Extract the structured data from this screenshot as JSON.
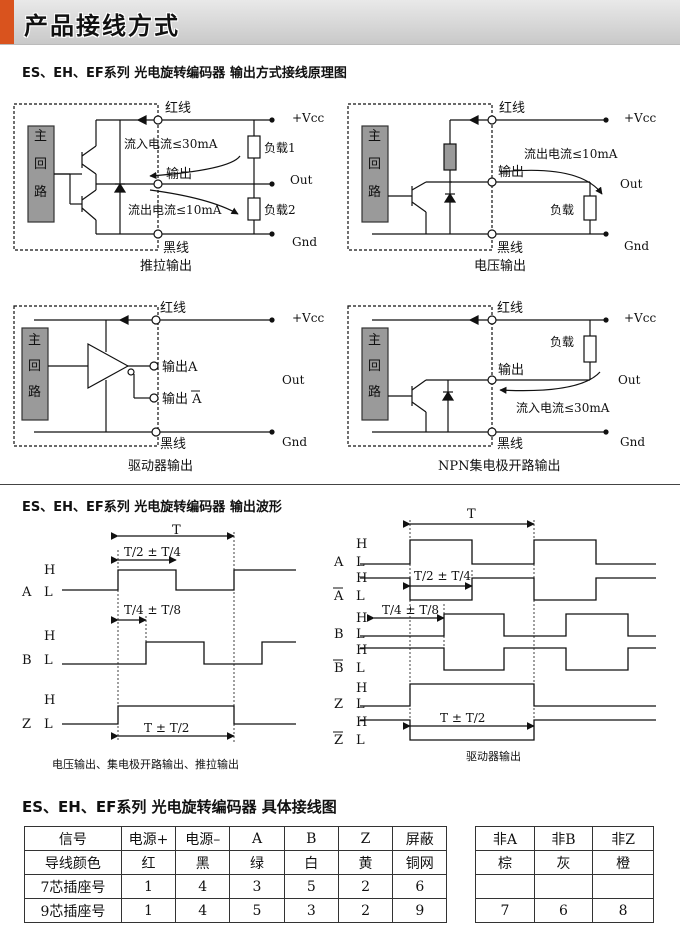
{
  "page_title": "产品接线方式",
  "section1_heading": "ES、EH、EF系列 光电旋转编码器 输出方式接线原理图",
  "section2_heading": "ES、EH、EF系列 光电旋转编码器 输出波形",
  "section3_heading": "ES、EH、EF系列 光电旋转编码器 具体接线图",
  "common": {
    "main_circuit": "主回路",
    "red_wire": "红线",
    "black_wire": "黑线",
    "vcc": "+Vcc",
    "out": "Out",
    "gnd": "Gnd",
    "output": "输出",
    "load": "负载"
  },
  "diagrams": {
    "push_pull": {
      "caption": "推拉输出",
      "sink_current": "流入电流≤30mA",
      "source_current": "流出电流≤10mA",
      "load1": "负载1",
      "load2": "负载2"
    },
    "voltage": {
      "caption": "电压输出",
      "source_current": "流出电流≤10mA"
    },
    "driver": {
      "caption": "驱动器输出",
      "out_a": "输出A",
      "out_a_bar": "输出 A"
    },
    "npn_oc": {
      "caption": "NPN集电极开路输出",
      "sink_current": "流入电流≤30mA"
    }
  },
  "waveforms": {
    "left": {
      "caption": "电压输出、集电极开路输出、推拉输出",
      "period": "T",
      "a_width": "T/2 ± T/4",
      "b_shift": "T/4 ± T/8",
      "z_width": "T ± T/2",
      "level_high": "H",
      "level_low": "L",
      "channels": [
        "A",
        "B",
        "Z"
      ]
    },
    "right": {
      "caption": "驱动器输出",
      "period": "T",
      "a_width": "T/2 ± T/4",
      "b_shift": "T/4 ± T/8",
      "z_width": "T ± T/2",
      "level_high": "H",
      "level_low": "L",
      "channels": [
        "A",
        "A",
        "B",
        "B",
        "Z",
        "Z"
      ]
    }
  },
  "wiring_table": {
    "rows": [
      [
        "信号",
        "电源+",
        "电源–",
        "A",
        "B",
        "Z",
        "屏蔽",
        "",
        "非A",
        "非B",
        "非Z"
      ],
      [
        "导线颜色",
        "红",
        "黑",
        "绿",
        "白",
        "黄",
        "铜网",
        "",
        "棕",
        "灰",
        "橙"
      ],
      [
        "7芯插座号",
        "1",
        "4",
        "3",
        "5",
        "2",
        "6",
        "",
        "",
        "",
        ""
      ],
      [
        "9芯插座号",
        "1",
        "4",
        "5",
        "3",
        "2",
        "9",
        "",
        "7",
        "6",
        "8"
      ]
    ]
  }
}
